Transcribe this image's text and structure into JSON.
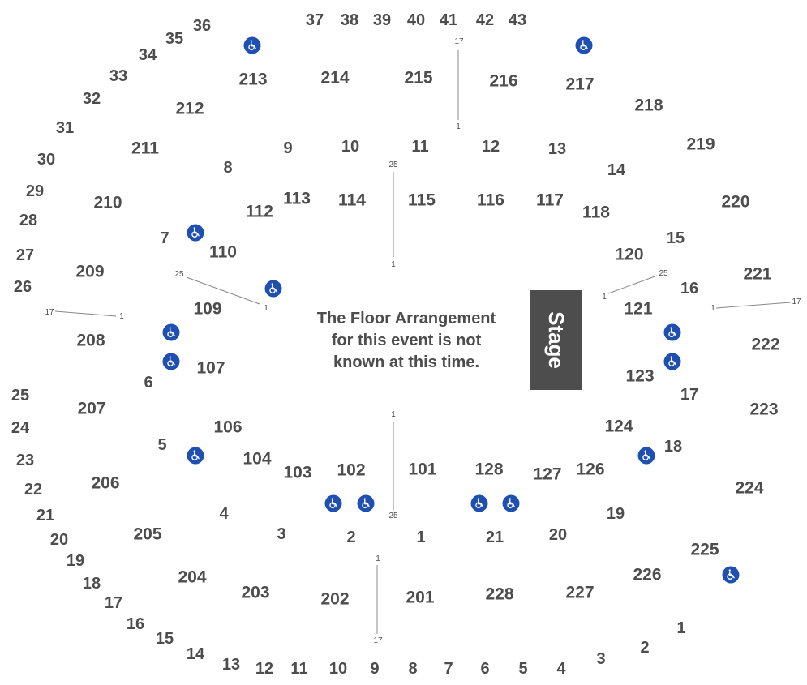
{
  "venue_map": {
    "stage_label": "Stage",
    "floor_note": [
      "The Floor Arrangement",
      "for this event is not",
      "known at this time."
    ],
    "colors": {
      "text": "#4d4d4d",
      "accessible_icon": "#1f4fb0",
      "stage": "#4d4d4d"
    },
    "icon": "wheelchair-accessible-icon",
    "outer_rows": [
      "36",
      "35",
      "34",
      "33",
      "32",
      "31",
      "30",
      "29",
      "28",
      "27",
      "26",
      "25",
      "24",
      "23",
      "22",
      "21",
      "20",
      "19",
      "18",
      "17",
      "16",
      "15",
      "14",
      "13",
      "12",
      "11",
      "10",
      "9",
      "8",
      "7",
      "6",
      "5",
      "4",
      "3",
      "2",
      "1",
      "37",
      "38",
      "39",
      "40",
      "41",
      "42",
      "43"
    ],
    "upper_sections": [
      "213",
      "214",
      "215",
      "216",
      "217",
      "218",
      "219",
      "220",
      "221",
      "222",
      "223",
      "224",
      "225",
      "226",
      "227",
      "228",
      "201",
      "202",
      "203",
      "204",
      "205",
      "206",
      "207",
      "208",
      "209",
      "210",
      "211",
      "212"
    ],
    "mid_rows": [
      "9",
      "10",
      "11",
      "12",
      "13",
      "14",
      "15",
      "16",
      "17",
      "18",
      "19",
      "20",
      "21",
      "1",
      "2",
      "3",
      "4",
      "5",
      "6",
      "7",
      "8"
    ],
    "lower_sections": [
      "113",
      "114",
      "115",
      "116",
      "117",
      "118",
      "120",
      "121",
      "123",
      "124",
      "126",
      "127",
      "128",
      "101",
      "102",
      "103",
      "104",
      "106",
      "107",
      "109",
      "110",
      "112"
    ],
    "row_markers": [
      "17",
      "1",
      "25",
      "1",
      "25",
      "1",
      "17",
      "1",
      "25",
      "1",
      "1",
      "17",
      "1",
      "25",
      "1",
      "17"
    ]
  }
}
